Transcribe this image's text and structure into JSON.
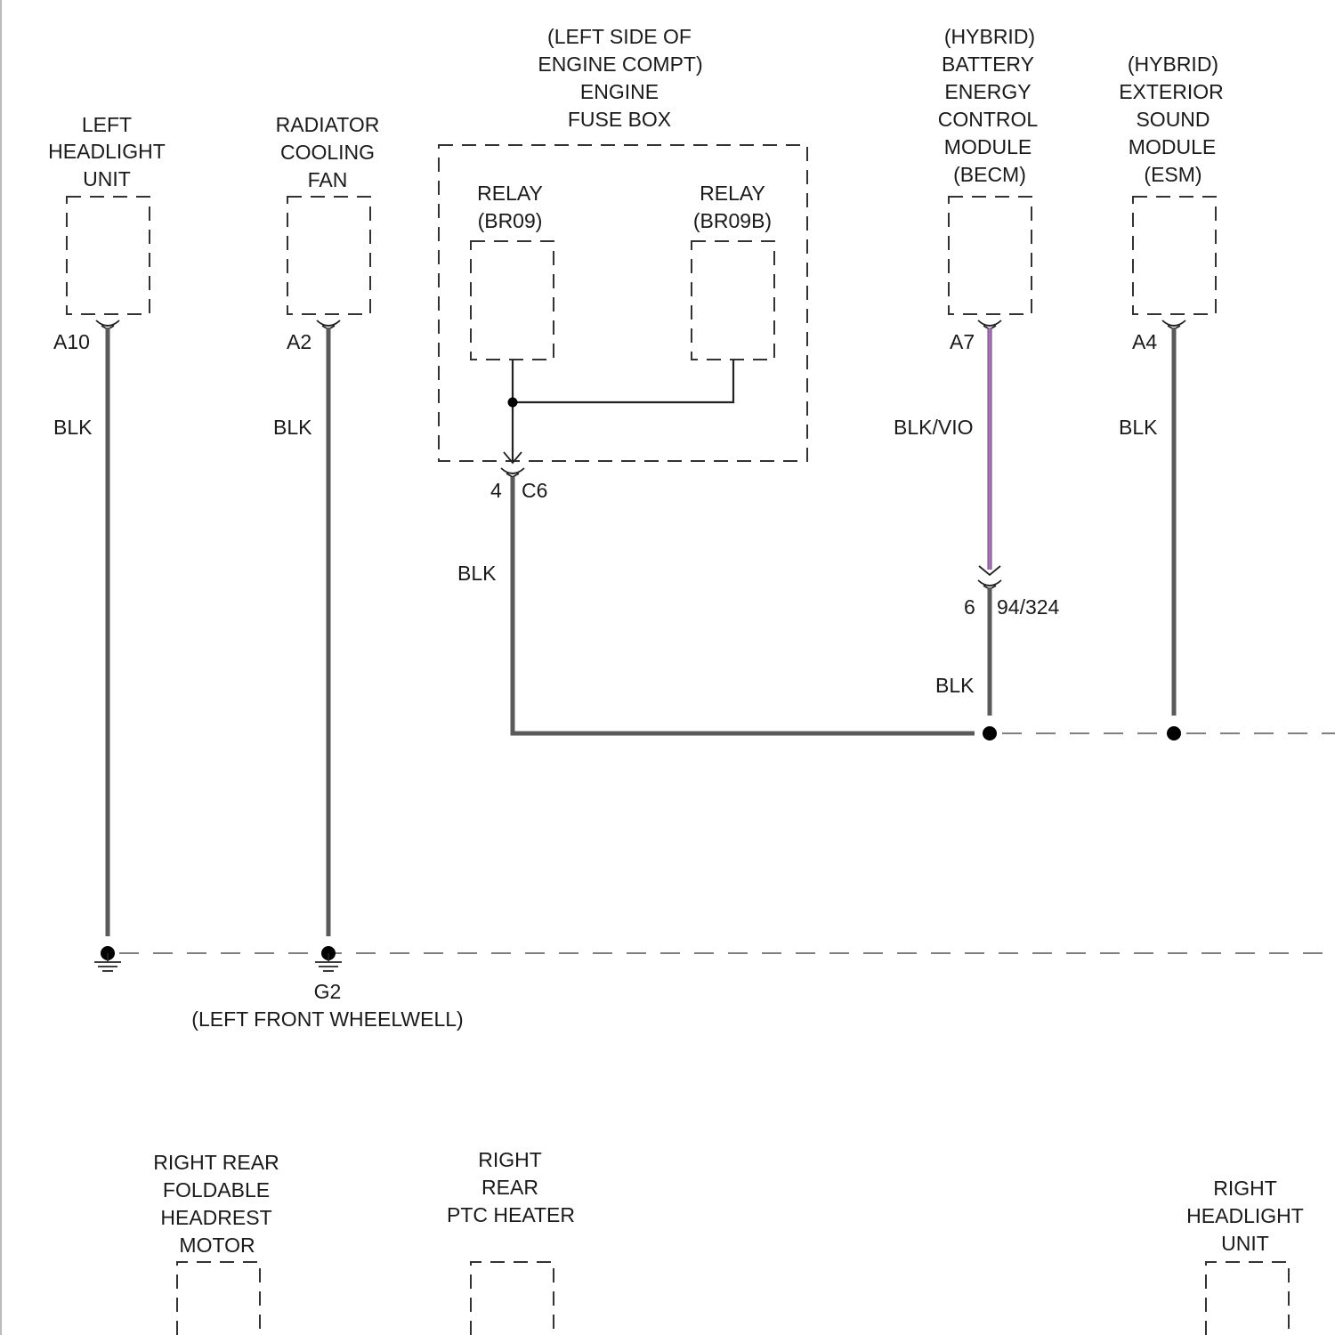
{
  "colors": {
    "wire_blk": "#5a5a5a",
    "wire_vio": "#b36bc8",
    "outline": "#333333",
    "background": "#ffffff"
  },
  "components": {
    "left_headlight": {
      "title": [
        "LEFT",
        "HEADLIGHT",
        "UNIT"
      ],
      "pin": "A10",
      "wire": "BLK"
    },
    "radiator_fan": {
      "title": [
        "RADIATOR",
        "COOLING",
        "FAN"
      ],
      "pin": "A2",
      "wire": "BLK"
    },
    "fuse_box": {
      "title": [
        "(LEFT SIDE OF",
        "ENGINE COMPT)",
        "ENGINE",
        "FUSE BOX"
      ],
      "relay1": [
        "RELAY",
        "(BR09)"
      ],
      "relay2": [
        "RELAY",
        "(BR09B)"
      ],
      "pin_num": "4",
      "pin_conn": "C6",
      "wire": "BLK"
    },
    "becm": {
      "title": [
        "(HYBRID)",
        "BATTERY",
        "ENERGY",
        "CONTROL",
        "MODULE",
        "(BECM)"
      ],
      "pin": "A7",
      "wire": "BLK/VIO",
      "join_num": "6",
      "join_conn": "94/324",
      "wire2": "BLK"
    },
    "esm": {
      "title": [
        "(HYBRID)",
        "EXTERIOR",
        "SOUND",
        "MODULE",
        "(ESM)"
      ],
      "pin": "A4",
      "wire": "BLK"
    },
    "right_rear_headrest": {
      "title": [
        "RIGHT REAR",
        "FOLDABLE",
        "HEADREST",
        "MOTOR"
      ]
    },
    "right_rear_ptc": {
      "title": [
        "RIGHT",
        "REAR",
        "PTC HEATER"
      ]
    },
    "right_headlight": {
      "title": [
        "RIGHT",
        "HEADLIGHT",
        "UNIT"
      ]
    }
  },
  "ground": {
    "id": "G2",
    "location": "(LEFT FRONT WHEELWELL)"
  }
}
